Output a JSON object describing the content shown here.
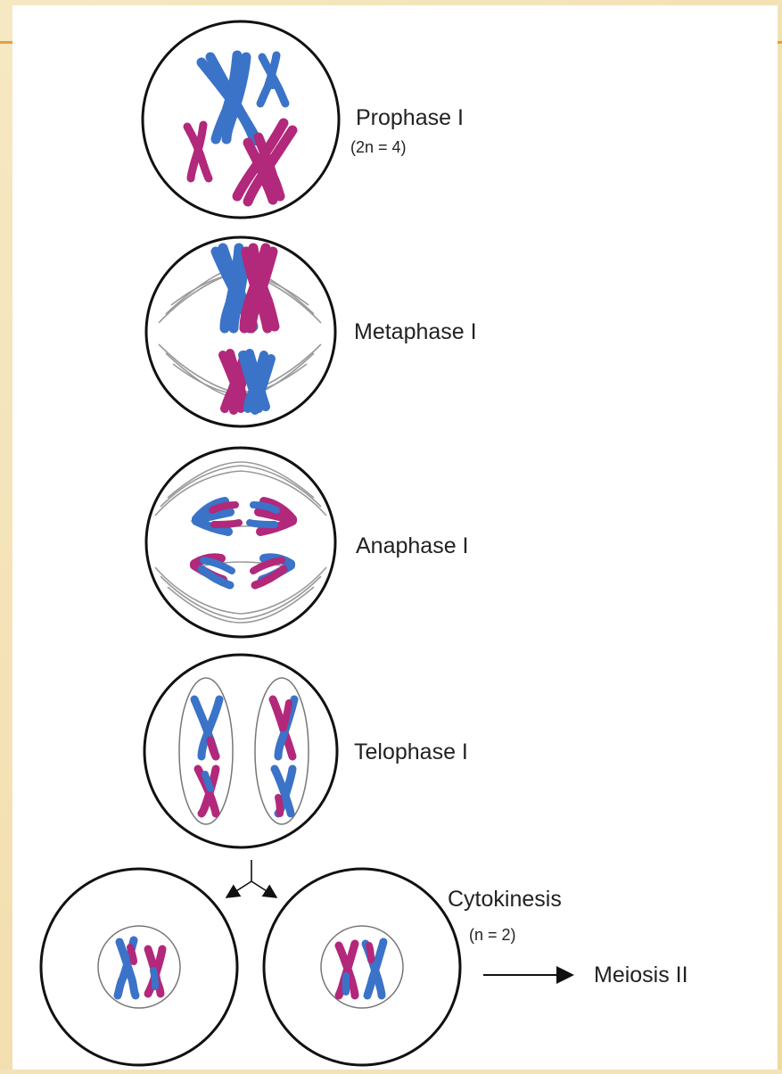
{
  "stages": [
    {
      "name": "Prophase I",
      "note": "(2n = 4)"
    },
    {
      "name": "Metaphase I",
      "note": ""
    },
    {
      "name": "Anaphase I",
      "note": ""
    },
    {
      "name": "Telophase I",
      "note": ""
    },
    {
      "name": "Cytokinesis",
      "note": "(n = 2)"
    }
  ],
  "next_step": "Meiosis II",
  "colors": {
    "paternal": "#3a73c8",
    "maternal": "#b2287a",
    "spindle": "#9a9a9a",
    "outline": "#111111",
    "accent": "#e2a040"
  }
}
